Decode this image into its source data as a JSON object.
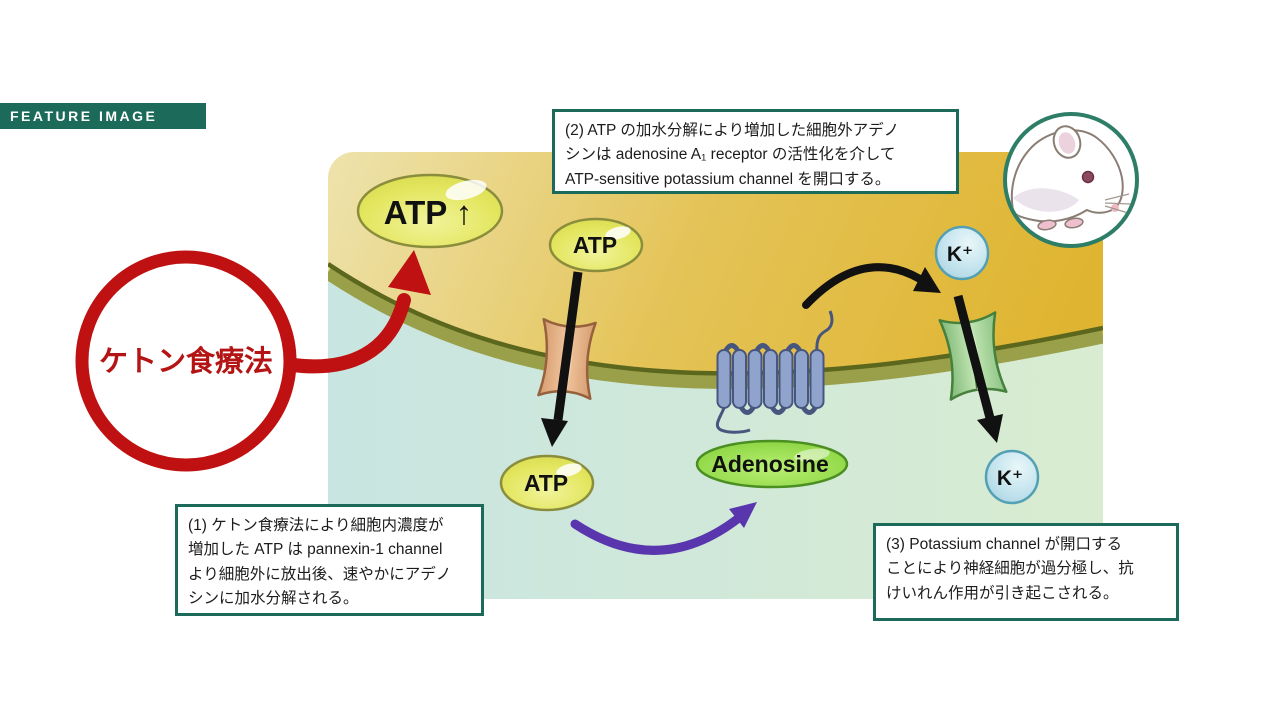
{
  "banner": {
    "label": "FEATURE IMAGE"
  },
  "figure": {
    "ketone_label": "ケトン食療法",
    "atp_increase_label": "ATP ↑",
    "atp_intracellular_label": "ATP",
    "atp_extracellular_label": "ATP",
    "adenosine_label": "Adenosine",
    "k_ion_top_label": "K⁺",
    "k_ion_bottom_label": "K⁺"
  },
  "annotations": {
    "step1": {
      "lines": [
        "(1) ケトン食療法により細胞内濃度が",
        "増加した ATP は pannexin-1 channel",
        "より細胞外に放出後、速やかにアデノ",
        "シンに加水分解される。"
      ]
    },
    "step2": {
      "lines": [
        "(2) ATP の加水分解により増加した細胞外アデノ",
        "シンは adenosine A₁ receptor の活性化を介して",
        "ATP-sensitive potassium channel を開口する。"
      ]
    },
    "step3": {
      "lines": [
        "(3) Potassium channel が開口する",
        "ことにより神経細胞が過分極し、抗",
        "けいれん作用が引き起こされる。"
      ]
    }
  },
  "colors": {
    "accent_red": "#bf1111",
    "frame_teal": "#1b6a5a",
    "membrane_olive": "#9aa04a",
    "cytosol_gold": "#e0b734",
    "extracellular_teal": "#d2e9da",
    "atp_yellow": "#e3e65e",
    "adenosine_green": "#8ed943",
    "potassium_blue": "#bfe1ec",
    "pannexin_tan": "#e2ac80",
    "k_channel_green": "#a5d89b",
    "receptor_blue": "#8fa3cd",
    "arrow_purple": "#5936ad"
  }
}
